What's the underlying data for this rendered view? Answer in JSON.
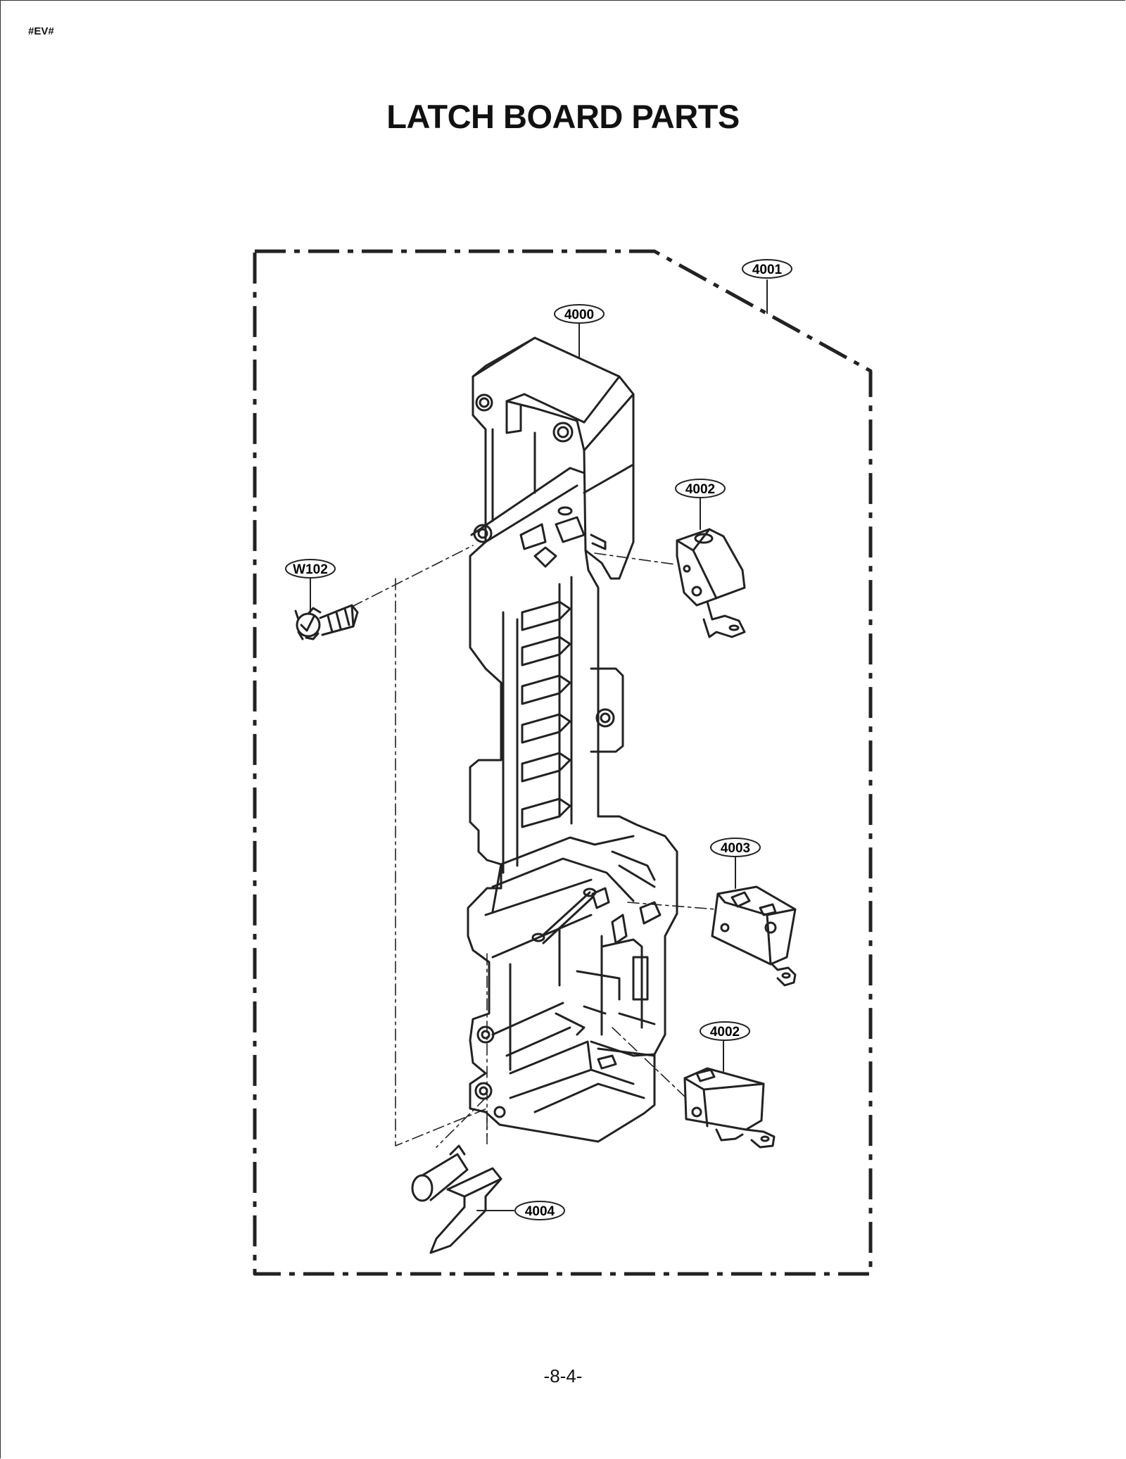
{
  "header": {
    "doc_code": "#EV#",
    "title": "LATCH BOARD PARTS"
  },
  "diagram": {
    "callouts": [
      {
        "id": "callout-4001",
        "label": "4001"
      },
      {
        "id": "callout-4000",
        "label": "4000"
      },
      {
        "id": "callout-4002-top",
        "label": "4002"
      },
      {
        "id": "callout-w102",
        "label": "W102"
      },
      {
        "id": "callout-4003",
        "label": "4003"
      },
      {
        "id": "callout-4002-bottom",
        "label": "4002"
      },
      {
        "id": "callout-4004",
        "label": "4004"
      }
    ]
  },
  "footer": {
    "page_number": "-8-4-"
  }
}
